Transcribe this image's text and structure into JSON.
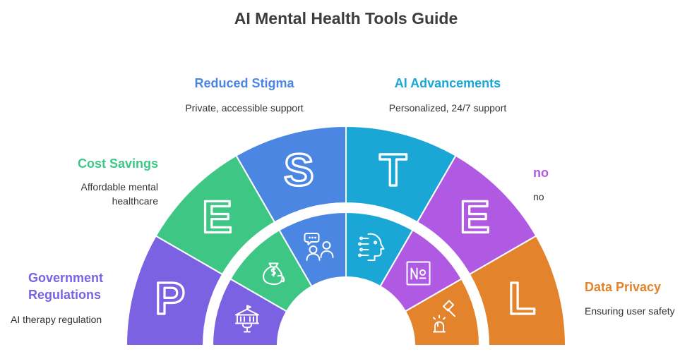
{
  "title": "AI Mental Health Tools Guide",
  "letters": [
    "P",
    "E",
    "S",
    "T",
    "E",
    "L"
  ],
  "icons": [
    "government-building",
    "money-bag",
    "chat-people",
    "ai-head",
    "numero",
    "gavel-siren"
  ],
  "colors": [
    "#7b62e3",
    "#3ec784",
    "#4b87e2",
    "#1ba7d6",
    "#b05ae4",
    "#e3832b"
  ],
  "items": [
    {
      "label": "Government Regulations",
      "description": "AI therapy regulation"
    },
    {
      "label": "Cost Savings",
      "description": "Affordable mental healthcare"
    },
    {
      "label": "Reduced Stigma",
      "description": "Private, accessible support"
    },
    {
      "label": "AI Advancements",
      "description": "Personalized, 24/7 support"
    },
    {
      "label": "no",
      "description": "no"
    },
    {
      "label": "Data Privacy",
      "description": "Ensuring user safety"
    }
  ]
}
